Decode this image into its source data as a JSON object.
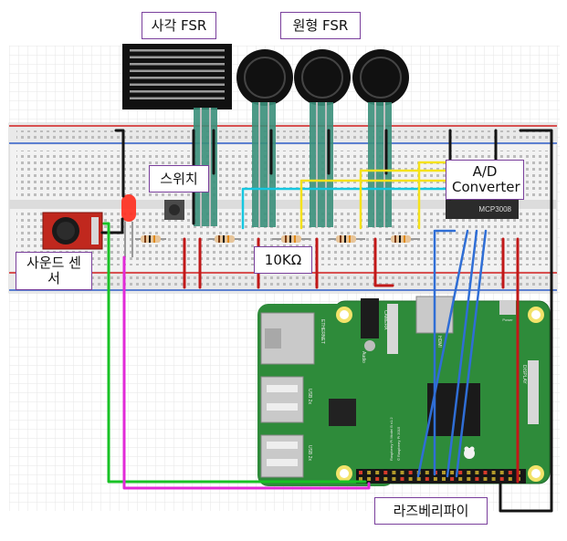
{
  "labels": {
    "square_fsr": "사각 FSR",
    "round_fsr": "원형 FSR",
    "switch": "스위치",
    "adc": "A/D Converter",
    "sound_sensor": "사운드 센서",
    "resistor": "10KΩ",
    "raspberry_pi": "라즈베리파이"
  },
  "chip_text": "MCP3008",
  "board_text": {
    "ethernet": "ETHERNET",
    "usb1": "USB 2x",
    "usb2": "USB 2x",
    "audio": "Audio",
    "camera": "CAMERA",
    "hdmi": "HDMI",
    "power": "Power",
    "display": "DISPLAY",
    "model": "Raspberry Pi Model B v1.2",
    "copyright": "© Raspberry Pi 2015"
  },
  "colors": {
    "board_green": "#2e8b3a",
    "breadboard": "#f2f2f2",
    "rail_red": "#d21f1f",
    "rail_blue": "#2f5dc8",
    "wire_black": "#151515",
    "wire_green": "#18c225",
    "wire_magenta": "#e22ad8",
    "wire_yellow": "#f5e21a",
    "wire_cyan": "#16c7e0",
    "wire_blue": "#2f6ed6",
    "wire_red": "#c11818",
    "label_border": "#7a3f9c"
  }
}
